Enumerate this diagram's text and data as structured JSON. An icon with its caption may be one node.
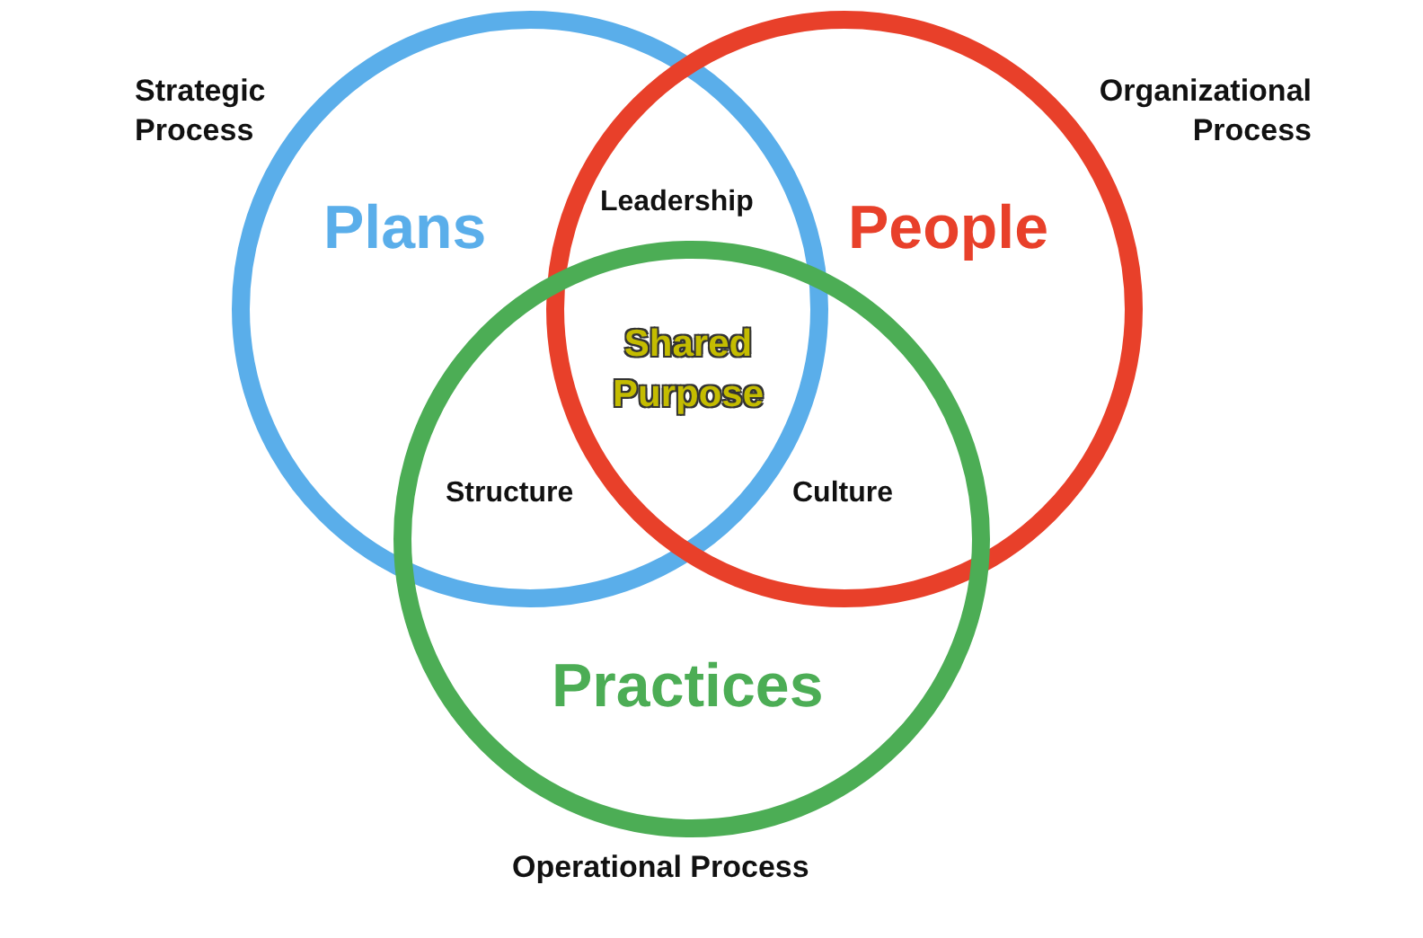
{
  "diagram": {
    "nodes": [
      {
        "text": [
          "Plans"
        ],
        "beside": [
          "Strategic Process"
        ]
      },
      {
        "text": [
          "People"
        ],
        "beside": [
          "Organizational Process"
        ]
      },
      {
        "text": [
          "Practices"
        ],
        "beside": [
          "Operational Process"
        ]
      }
    ],
    "edges": [],
    "labels": [
      "Leadership",
      "Shared Purpose",
      "Structure",
      "Culture"
    ]
  }
}
